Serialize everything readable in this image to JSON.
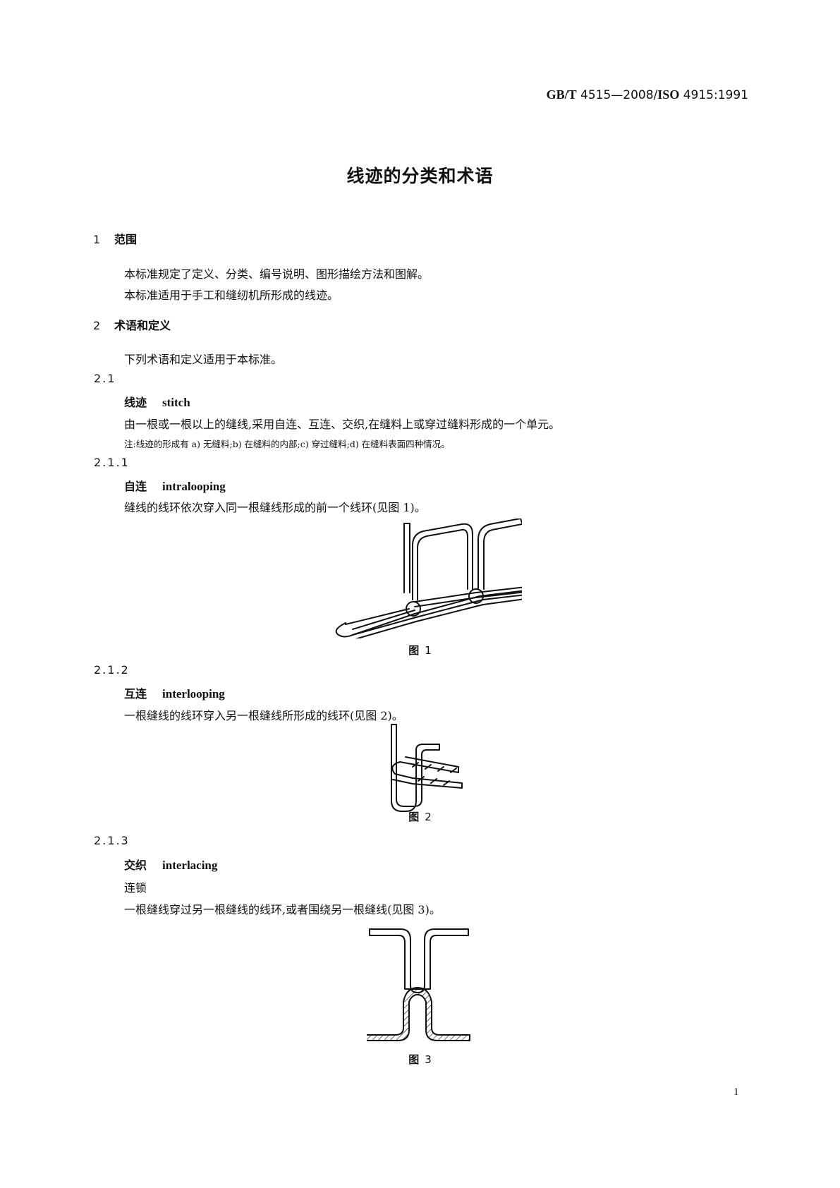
{
  "header": {
    "standard_code_bold_1": "GB/T",
    "standard_code_1": "4515—2008/",
    "standard_code_bold_2": "ISO",
    "standard_code_2": "4915:1991"
  },
  "title": "线迹的分类和术语",
  "sections": [
    {
      "number": "1",
      "heading": "范围",
      "paragraphs": [
        "本标准规定了定义、分类、编号说明、图形描绘方法和图解。",
        "本标准适用于手工和缝纫机所形成的线迹。"
      ]
    },
    {
      "number": "2",
      "heading": "术语和定义",
      "paragraphs": [
        "下列术语和定义适用于本标准。"
      ]
    }
  ],
  "clauses": [
    {
      "number": "2.1",
      "term_zh": "线迹",
      "term_en": "stitch",
      "definition": "由一根或一根以上的缝线,采用自连、互连、交织,在缝料上或穿过缝料形成的一个单元。",
      "note": "注:线迹的形成有 a) 无缝料;b) 在缝料的内部;c) 穿过缝料;d) 在缝料表面四种情况。"
    },
    {
      "number": "2.1.1",
      "term_zh": "自连",
      "term_en": "intralooping",
      "definition": "缝线的线环依次穿入同一根缝线形成的前一个线环(见图 1)。",
      "figure": {
        "label": "图",
        "number": "1"
      }
    },
    {
      "number": "2.1.2",
      "term_zh": "互连",
      "term_en": "interlooping",
      "definition": "一根缝线的线环穿入另一根缝线所形成的线环(见图 2)。",
      "figure": {
        "label": "图",
        "number": "2"
      }
    },
    {
      "number": "2.1.3",
      "term_zh": "交织",
      "term_en": "interlacing",
      "synonym": "连锁",
      "definition": "一根缝线穿过另一根缝线的线环,或者围绕另一根缝线(见图 3)。",
      "figure": {
        "label": "图",
        "number": "3"
      }
    }
  ],
  "footer": {
    "page_number": "1"
  }
}
